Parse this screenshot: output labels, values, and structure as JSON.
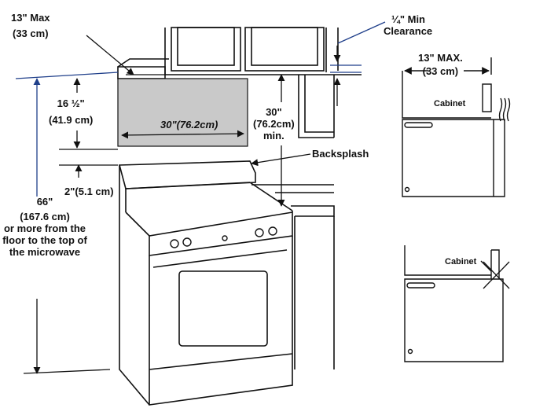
{
  "left_diagram": {
    "max_depth": {
      "line1": "13\" Max",
      "line2": "(33 cm)"
    },
    "min_clearance": {
      "line1": "¼\" Min",
      "line2": "Clearance"
    },
    "height_above": {
      "line1": "16 ½\"",
      "line2": "(41.9 cm)"
    },
    "width": "30\"(76.2cm)",
    "cabinet_height": {
      "line1": "30\"",
      "line2": "(76.2cm)",
      "line3": "min."
    },
    "backsplash": "Backsplash",
    "gap": "2\"(5.1 cm)",
    "floor_height": {
      "line1": "66\"",
      "line2": "(167.6 cm)",
      "line3": "or more from the",
      "line4": "floor to the top of",
      "line5": "the microwave"
    }
  },
  "right_top": {
    "max_depth": {
      "line1": "13\" MAX.",
      "line2": "(33 cm)"
    },
    "cabinet_label": "Cabinet"
  },
  "right_bottom": {
    "cabinet_label": "Cabinet"
  },
  "colors": {
    "line": "#111111",
    "shade": "#c9c9c9",
    "arrow_blue": "#1f3f8a"
  }
}
